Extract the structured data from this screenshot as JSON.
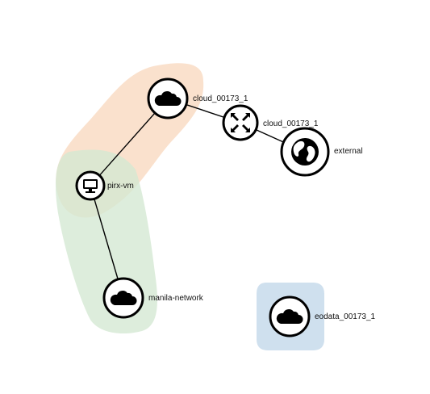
{
  "topology": {
    "groups": [
      {
        "id": "cloud_group",
        "color": "#f9dcc4"
      },
      {
        "id": "manila_group",
        "color": "#d4e8d2"
      },
      {
        "id": "eodata_group",
        "color": "#cfe0ee"
      }
    ],
    "nodes": {
      "cloud_network": {
        "label": "cloud_00173_1",
        "icon": "cloud-icon"
      },
      "router": {
        "label": "cloud_00173_1",
        "icon": "router-icon"
      },
      "external": {
        "label": "external",
        "icon": "globe-icon"
      },
      "pirx_vm": {
        "label": "pirx-vm",
        "icon": "monitor-icon"
      },
      "manila_network": {
        "label": "manila-network",
        "icon": "cloud-icon"
      },
      "eodata_network": {
        "label": "eodata_00173_1",
        "icon": "cloud-icon"
      }
    }
  }
}
